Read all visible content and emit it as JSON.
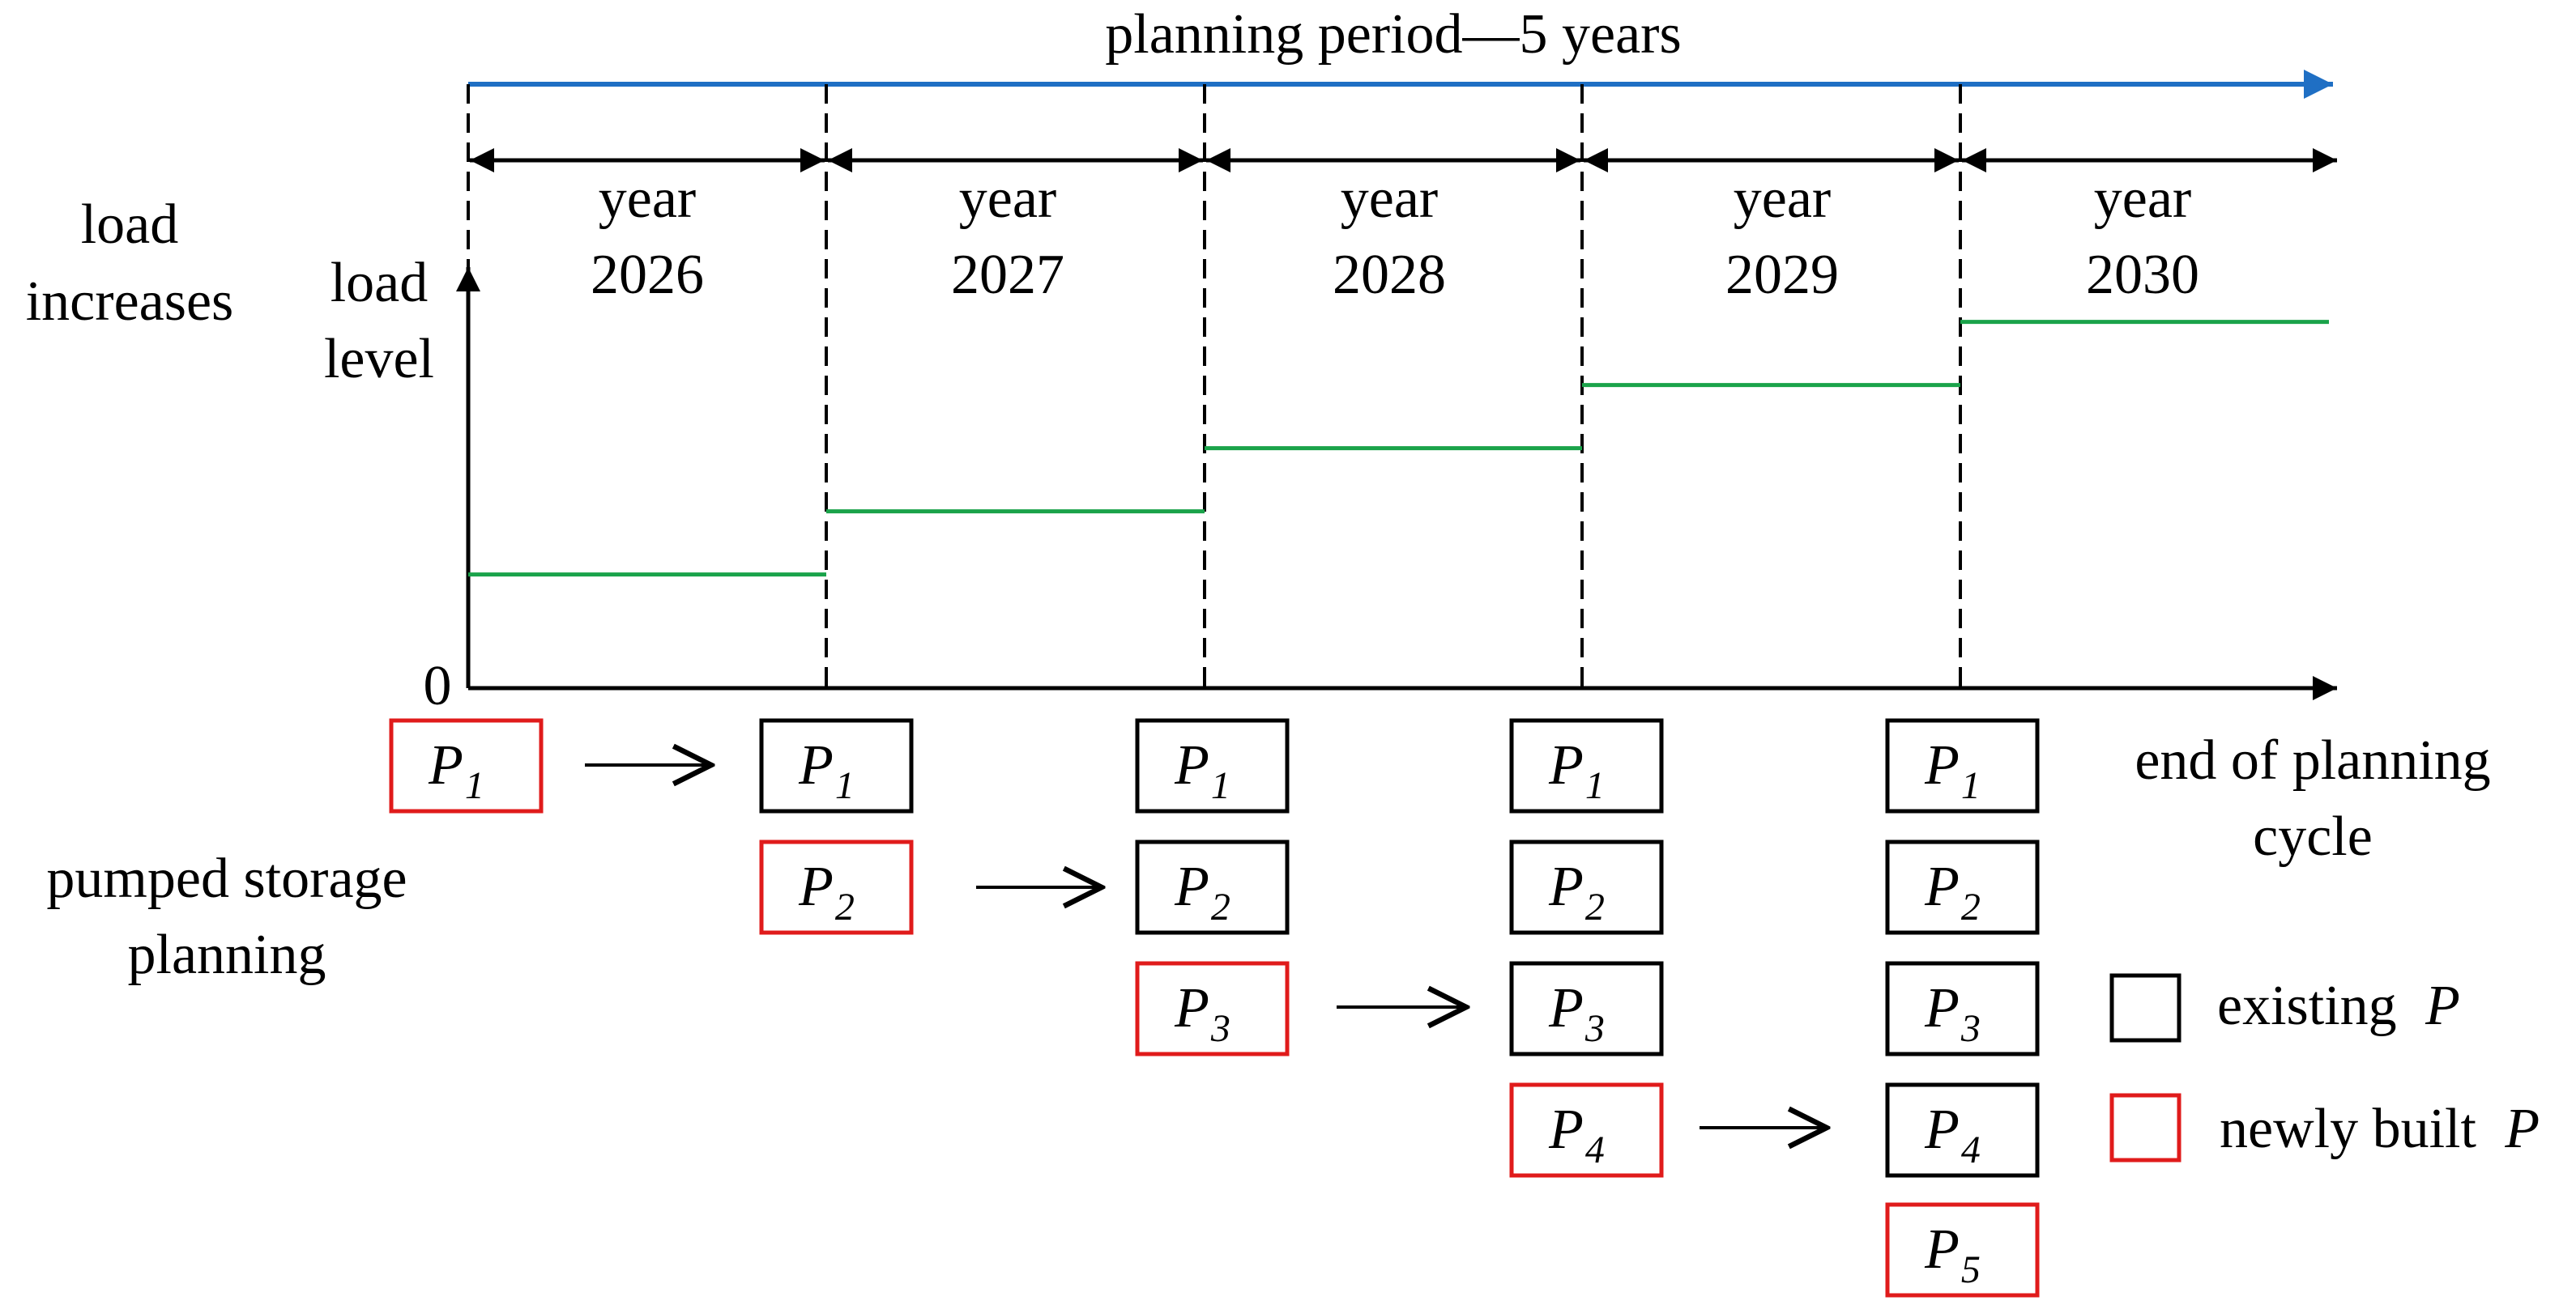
{
  "title": "planning period—5 years",
  "colors": {
    "period_arrow": "#1f6fc4",
    "load_line": "#1aa34a",
    "existing": "#000000",
    "newly_built": "#e01b1b"
  },
  "years": [
    {
      "label": "year",
      "value": "2026"
    },
    {
      "label": "year",
      "value": "2027"
    },
    {
      "label": "year",
      "value": "2028"
    },
    {
      "label": "year",
      "value": "2029"
    },
    {
      "label": "year",
      "value": "2030"
    }
  ],
  "load_section": {
    "side_label_line1": "load",
    "side_label_line2": "increases",
    "axis_label_line1": "load",
    "axis_label_line2": "level",
    "origin_label": "0"
  },
  "load_level_fractions": [
    0.27,
    0.42,
    0.57,
    0.72,
    0.87
  ],
  "storage_section": {
    "label_line1": "pumped storage",
    "label_line2": "planning",
    "end_label_line1": "end of planning",
    "end_label_line2": "cycle"
  },
  "plant_letter": "P",
  "stages": [
    {
      "boxes": [
        {
          "sub": "1",
          "status": "new"
        }
      ]
    },
    {
      "boxes": [
        {
          "sub": "1",
          "status": "existing"
        },
        {
          "sub": "2",
          "status": "new"
        }
      ]
    },
    {
      "boxes": [
        {
          "sub": "1",
          "status": "existing"
        },
        {
          "sub": "2",
          "status": "existing"
        },
        {
          "sub": "3",
          "status": "new"
        }
      ]
    },
    {
      "boxes": [
        {
          "sub": "1",
          "status": "existing"
        },
        {
          "sub": "2",
          "status": "existing"
        },
        {
          "sub": "3",
          "status": "existing"
        },
        {
          "sub": "4",
          "status": "new"
        }
      ]
    },
    {
      "boxes": [
        {
          "sub": "1",
          "status": "existing"
        },
        {
          "sub": "2",
          "status": "existing"
        },
        {
          "sub": "3",
          "status": "existing"
        },
        {
          "sub": "4",
          "status": "existing"
        },
        {
          "sub": "5",
          "status": "new"
        }
      ]
    }
  ],
  "legend": {
    "existing_text": "existing",
    "new_text": "newly built",
    "symbol": "P"
  }
}
